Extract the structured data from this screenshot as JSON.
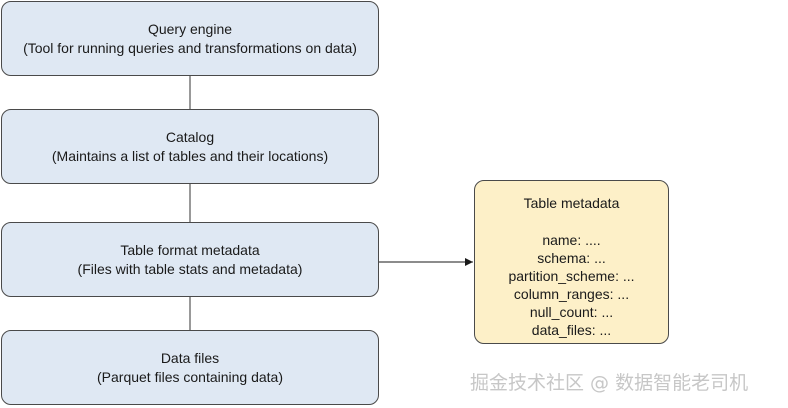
{
  "layers": {
    "query_engine": {
      "title": "Query engine",
      "subtitle": "(Tool for running queries and transformations on data)"
    },
    "catalog": {
      "title": "Catalog",
      "subtitle": "(Maintains a list of tables and their locations)"
    },
    "table_format_metadata": {
      "title": "Table format metadata",
      "subtitle": "(Files with table stats and metadata)"
    },
    "data_files": {
      "title": "Data files",
      "subtitle": "(Parquet files containing data)"
    }
  },
  "table_metadata": {
    "title": "Table metadata",
    "fields": [
      "name: ....",
      "schema: ...",
      "partition_scheme: ...",
      "column_ranges: ...",
      "null_count: ...",
      "data_files: ..."
    ]
  },
  "watermark": "掘金技术社区 @ 数据智能老司机",
  "colors": {
    "layer_fill": "#dfe8f3",
    "metadata_fill": "#fdf0c8",
    "border": "#4a4a4a"
  }
}
